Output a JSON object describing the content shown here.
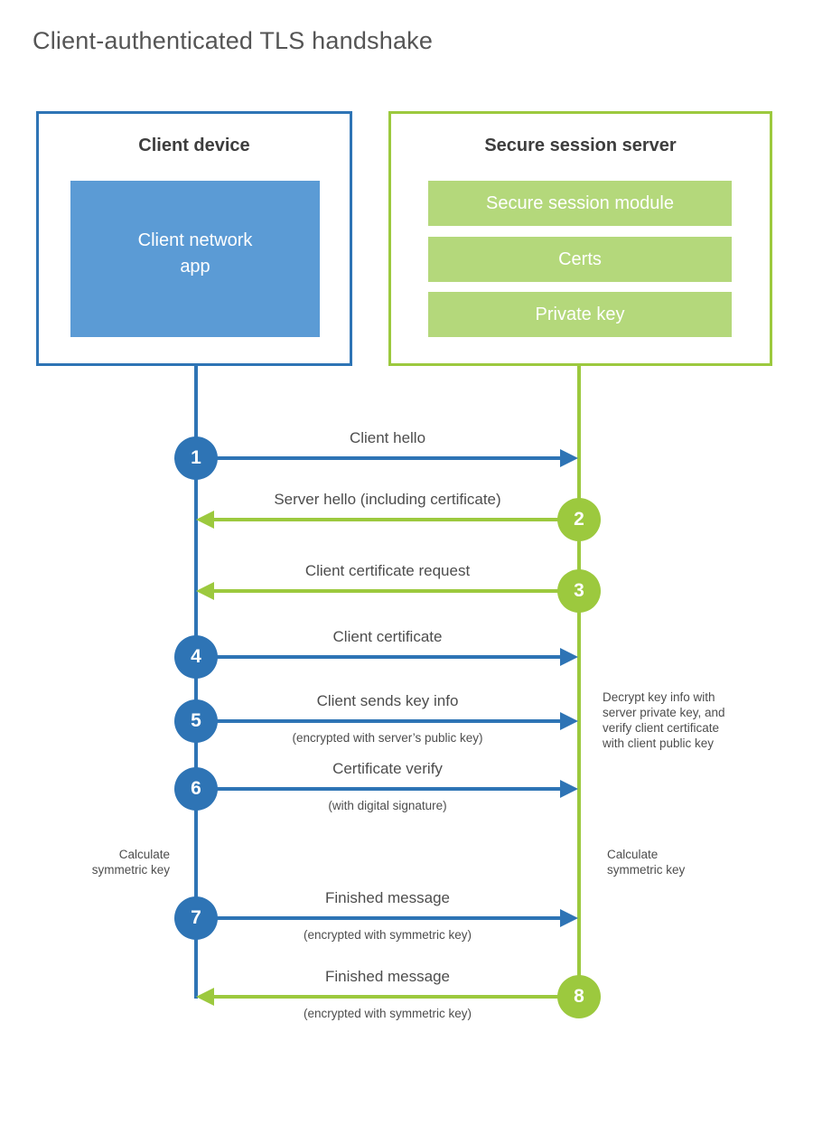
{
  "title": "Client-authenticated TLS handshake",
  "colors": {
    "blue": "#2E74B5",
    "blue_light": "#5B9BD5",
    "green": "#9CC93E",
    "green_light": "#B4D87B",
    "text": "#4D4D4D",
    "heading": "#3D3D3D"
  },
  "client_box": {
    "title": "Client device",
    "app_lines": [
      "Client network",
      "app"
    ]
  },
  "server_box": {
    "title": "Secure session server",
    "modules": [
      "Secure session module",
      "Certs",
      "Private key"
    ]
  },
  "messages": [
    {
      "step": "1",
      "direction": "client-to-server",
      "label": "Client hello",
      "sublabel": ""
    },
    {
      "step": "2",
      "direction": "server-to-client",
      "label": "Server hello (including certificate)",
      "sublabel": ""
    },
    {
      "step": "3",
      "direction": "server-to-client",
      "label": "Client certificate request",
      "sublabel": ""
    },
    {
      "step": "4",
      "direction": "client-to-server",
      "label": "Client certificate",
      "sublabel": ""
    },
    {
      "step": "5",
      "direction": "client-to-server",
      "label": "Client sends key info",
      "sublabel": "(encrypted with server’s public key)"
    },
    {
      "step": "6",
      "direction": "client-to-server",
      "label": "Certificate verify",
      "sublabel": "(with digital signature)"
    },
    {
      "step": "7",
      "direction": "client-to-server",
      "label": "Finished message",
      "sublabel": "(encrypted with symmetric key)"
    },
    {
      "step": "8",
      "direction": "server-to-client",
      "label": "Finished message",
      "sublabel": "(encrypted with symmetric key)"
    }
  ],
  "notes": {
    "decrypt_lines": [
      "Decrypt key info with",
      "server private key, and",
      "verify client certificate",
      "with client public key"
    ],
    "calc_left_lines": [
      "Calculate",
      "symmetric key"
    ],
    "calc_right_lines": [
      "Calculate",
      "symmetric key"
    ]
  }
}
